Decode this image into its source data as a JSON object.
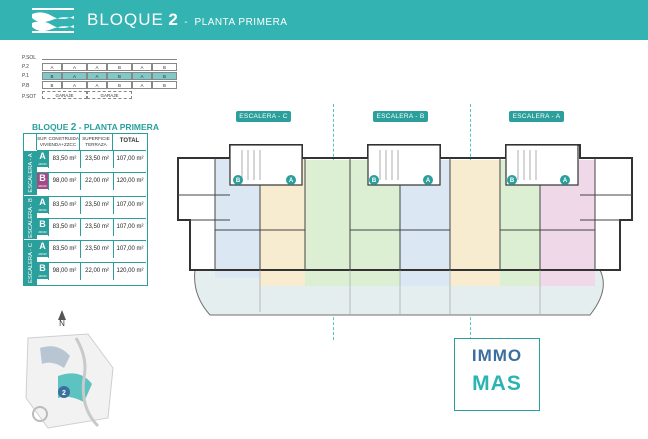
{
  "header": {
    "title": "BLOQUE",
    "number": "2",
    "dash": "-",
    "subtitle": "PLANTA PRIMERA"
  },
  "section": {
    "levels": [
      "P.SOL",
      "P.2",
      "P.1",
      "P.B",
      "P.SOT"
    ],
    "row_p2": [
      "A",
      "A",
      "A",
      "B",
      "A",
      "B"
    ],
    "row_p1": [
      "B",
      "A",
      "A",
      "B",
      "A",
      "B"
    ],
    "row_pb": [
      "B",
      "A",
      "A",
      "B",
      "A",
      "B"
    ],
    "row_sot": [
      "GARAJE",
      "GARAJE"
    ]
  },
  "table": {
    "title_prefix": "BLOQUE",
    "title_num": "2",
    "title_suffix": "- PLANTA PRIMERA",
    "headers": {
      "sup_construida_1": "SUP. CONSTRUIDA",
      "sup_construida_2": "VIVIENDA+ZZCC",
      "sup_terraza_1": "SUPERFICIE",
      "sup_terraza_2": "TERRAZA",
      "total": "TOTAL"
    },
    "escaleras": [
      {
        "label": "ESCALERA - A",
        "rows": [
          {
            "type": "A",
            "sub": "2DOR",
            "construida": "83,50 m²",
            "terraza": "23,50 m²",
            "total": "107,00 m²",
            "color": "#2a9f9c"
          },
          {
            "type": "B",
            "sub": "2DOR",
            "construida": "98,00 m²",
            "terraza": "22,00 m²",
            "total": "120,00 m²",
            "color": "#a24b87"
          }
        ]
      },
      {
        "label": "ESCALERA - B",
        "rows": [
          {
            "type": "A",
            "sub": "2DOR",
            "construida": "83,50 m²",
            "terraza": "23,50 m²",
            "total": "107,00 m²",
            "color": "#2a9f9c"
          },
          {
            "type": "B",
            "sub": "2DOR",
            "construida": "83,50 m²",
            "terraza": "23,50 m²",
            "total": "107,00 m²",
            "color": "#2a9f9c"
          }
        ]
      },
      {
        "label": "ESCALERA - C",
        "rows": [
          {
            "type": "A",
            "sub": "2DOR",
            "construida": "83,50 m²",
            "terraza": "23,50 m²",
            "total": "107,00 m²",
            "color": "#2a9f9c"
          },
          {
            "type": "B",
            "sub": "2DOR",
            "construida": "98,00 m²",
            "terraza": "22,00 m²",
            "total": "120,00 m²",
            "color": "#2a9f9c"
          }
        ]
      }
    ]
  },
  "plan": {
    "escalera_c": "ESCALERA - C",
    "escalera_b": "ESCALERA - B",
    "escalera_a": "ESCALERA - A",
    "unit_badges": [
      "B",
      "A",
      "B",
      "A",
      "B",
      "A"
    ],
    "colors": {
      "apt_green": "#dcefd3",
      "apt_yellow": "#f7ecd0",
      "apt_blue": "#dbe8f3",
      "apt_pink": "#efd9e9",
      "terrace": "#e4eeef",
      "accent": "#2a9f9c"
    }
  },
  "siteplan": {
    "north": "N",
    "block_number": "2"
  },
  "brand": {
    "line1": "IMMO",
    "line2": "MAS"
  },
  "colors": {
    "header_bg": "#33b3b1",
    "accent": "#2a9f9c",
    "pink": "#a24b87"
  }
}
